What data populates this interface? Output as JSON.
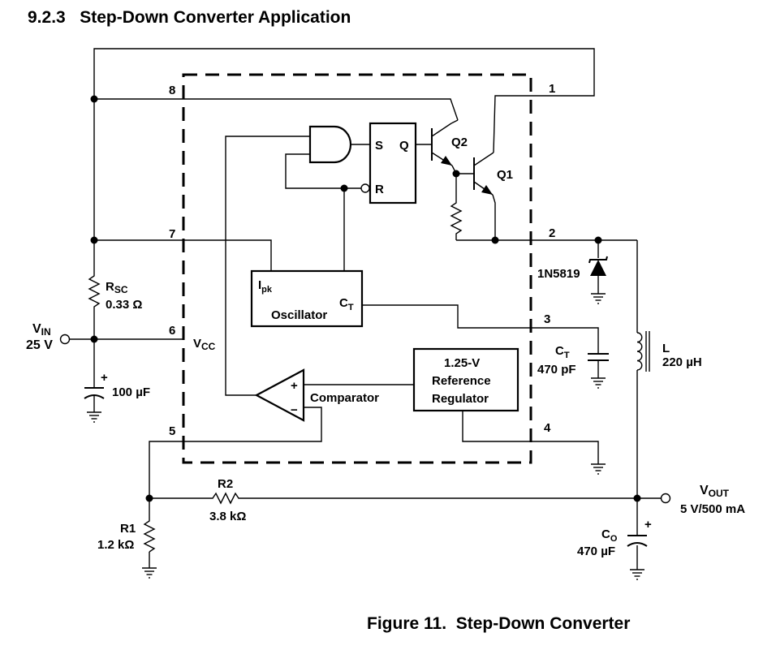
{
  "heading": {
    "number": "9.2.3",
    "title": "Step-Down Converter Application"
  },
  "caption": "Figure 11.  Step-Down Converter",
  "pins": [
    "8",
    "1",
    "7",
    "2",
    "6",
    "3",
    "5",
    "4"
  ],
  "ic": {
    "latch_s": "S",
    "latch_q": "Q",
    "latch_r": "R",
    "q1": "Q1",
    "q2": "Q2",
    "oscillator": "Oscillator",
    "ipk_main": "I",
    "ipk_sub": "pk",
    "ct_main": "C",
    "ct_sub": "T",
    "vcc_main": "V",
    "vcc_sub": "CC",
    "comparator": "Comparator",
    "comp_plus": "+",
    "comp_minus": "−",
    "reference_lines": [
      "1.25-V",
      "Reference",
      "Regulator"
    ]
  },
  "components": {
    "rsc_main": "R",
    "rsc_sub": "SC",
    "rsc_value": "0.33 Ω",
    "vin_main": "V",
    "vin_sub": "IN",
    "vin_value": "25 V",
    "cin_value": "100 µF",
    "cin_polarity": "+",
    "diode": "1N5819",
    "ct_main": "C",
    "ct_sub": "T",
    "ct_value": "470 pF",
    "l_name": "L",
    "l_value": "220 µH",
    "r2_name": "R2",
    "r2_value": "3.8 kΩ",
    "r1_name": "R1",
    "r1_value": "1.2 kΩ",
    "vout_main": "V",
    "vout_sub": "OUT",
    "vout_value": "5 V/500 mA",
    "co_main": "C",
    "co_sub": "O",
    "co_value": "470 µF",
    "co_polarity": "+"
  }
}
